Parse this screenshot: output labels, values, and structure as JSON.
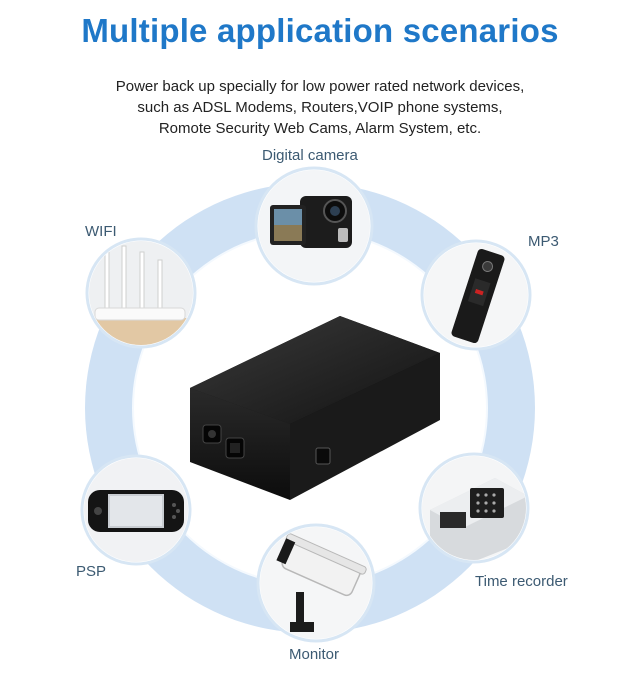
{
  "title": "Multiple application scenarios",
  "description": [
    "Power back up specially for low power rated network devices,",
    "such as ADSL Modems, Routers,VOIP phone systems,",
    "Romote Security Web Cams, Alarm System, etc."
  ],
  "scenarios": {
    "digital_camera": "Digital camera",
    "wifi": "WIFI",
    "mp3": "MP3",
    "psp": "PSP",
    "time_recorder": "Time recorder",
    "monitor": "Monitor"
  },
  "colors": {
    "title": "#1f78c8",
    "ring": "#c8def3",
    "ring_inner": "#f3f8fd",
    "label": "#3c5a72",
    "device": "#1b1b1b"
  }
}
